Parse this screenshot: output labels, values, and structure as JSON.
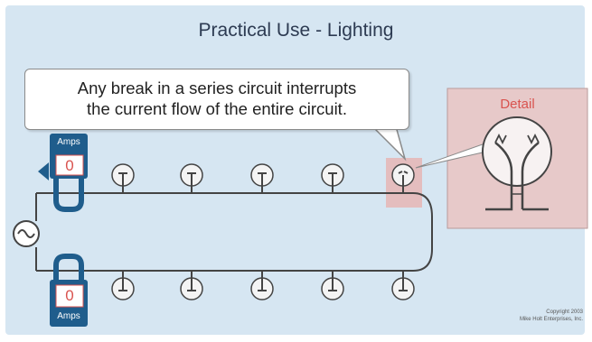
{
  "slide": {
    "title": "Practical Use - Lighting",
    "callout_line1": "Any break in a series circuit interrupts",
    "callout_line2": "the current flow of the entire circuit.",
    "detail_label": "Detail",
    "copyright_line1": "Copyright 2003",
    "copyright_line2": "Mike Holt Enterprises, Inc."
  },
  "meters": {
    "top": {
      "label": "Amps",
      "value": "0"
    },
    "bottom": {
      "label": "Amps",
      "value": "0"
    }
  },
  "colors": {
    "background": "#d6e6f2",
    "meter_blue": "#1f5d8c",
    "detail_panel": "#e7c9c9",
    "highlight": "#e6b8b8",
    "reading_red": "#d9534f"
  },
  "icons": {
    "source": "ac-source-icon",
    "lamp": "light-bulb-icon",
    "meter": "ammeter-icon"
  },
  "circuit": {
    "top_lamp_count": 5,
    "bottom_lamp_count": 5,
    "broken_lamp": "top-5"
  }
}
